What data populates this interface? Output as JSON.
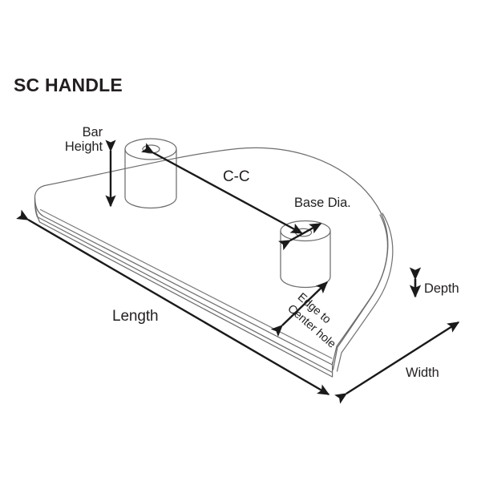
{
  "page": {
    "title": "SC HANDLE",
    "background_color": "#ffffff",
    "ink_color": "#231f20",
    "outline_color": "#6d6d6d",
    "dimension_color": "#1a1a1a"
  },
  "diagram": {
    "type": "isometric-technical-dimension-drawing",
    "part_name": "SC HANDLE",
    "description": "D-shaped (half-round) plate shown in isometric view with two cylindrical bar posts, each with a center hole, annotated with dimension callouts.",
    "labels": {
      "bar_height": "Bar\nHeight",
      "center_to_center": "C-C",
      "base_diameter": "Base Dia.",
      "edge_to_center_hole": "Edge to\nCenter hole",
      "depth": "Depth",
      "width": "Width",
      "length": "Length"
    },
    "dimension_callouts": [
      {
        "name": "bar-height",
        "label": "Bar Height",
        "arrow": "double",
        "orientation": "vertical"
      },
      {
        "name": "center-to-center",
        "label": "C-C",
        "arrow": "double",
        "orientation": "diagonal"
      },
      {
        "name": "base-diameter",
        "label": "Base Dia.",
        "arrow": "double",
        "orientation": "diagonal"
      },
      {
        "name": "edge-to-center-hole",
        "label": "Edge to Center hole",
        "arrow": "double",
        "orientation": "diagonal"
      },
      {
        "name": "depth",
        "label": "Depth",
        "arrow": "double",
        "orientation": "vertical"
      },
      {
        "name": "width",
        "label": "Width",
        "arrow": "double",
        "orientation": "diagonal"
      },
      {
        "name": "length",
        "label": "Length",
        "arrow": "double",
        "orientation": "diagonal"
      }
    ],
    "features": [
      {
        "name": "base-plate",
        "shape": "half-round-slab"
      },
      {
        "name": "bar-post-left",
        "shape": "cylinder",
        "has_center_hole": true
      },
      {
        "name": "bar-post-right",
        "shape": "cylinder",
        "has_center_hole": true
      }
    ]
  }
}
